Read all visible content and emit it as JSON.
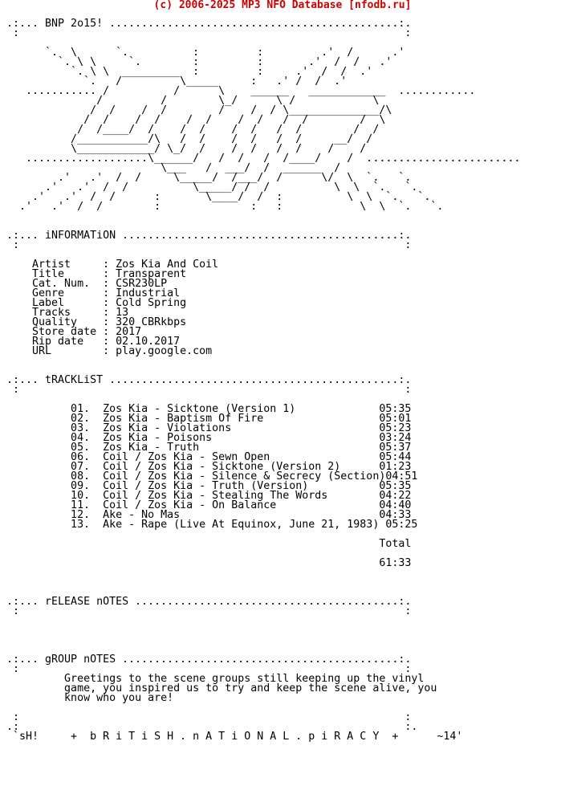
{
  "header": {
    "text": "(c) 2006-2025 MP3 NFO Database [nfodb.ru]",
    "color": "#cc0000"
  },
  "nfo": {
    "lines": [
      "",
      " .:... BNP 2o15! .............................................:.",
      "  :                                                            :",
      "",
      "       `.  \\      `.          :         :         .'  /      .'",
      "         `. \\ \\     `.        :         :       .'  /  /   .'",
      "           `. \\ \\  _________  :         :     .'  /  /  .'",
      "             `.   /         \\_____     :   .' /  /  .'",
      "    ........... /          /      \\    ______   ____________  ............",
      "               /         /        \\_/      \\ /            \\",
      "              /  /    /  /        /    /  / \\______________/\\",
      "             /  /    /  /    /  /    /  /   /  /        /  \\",
      "            /  /____/  /    /  /    /  /   /  /        /  /",
      "           /___________/\\   /  /    /  /   /  /     __/  /",
      "           \\____________/ \\_/  /    /  /   /  /    /    /",
      "    ...................\\______/   /  /   /  /____/    /  ........................",
      "                         \\___   /  ___/  /  ______  /",
      "         .'   .'  /  /     \\_____/  /___/  /      \\/  \\  `.   `.",
      "       .'   .'  /  /          \\_____/ /  /          \\  \\  `.   `.",
      "     .'   .'  /  /      :       \\____/  /  :          \\  \\  `.   `.",
      "   .'   .'  /  /        :              :   :            \\  \\  `.   `.",
      "",
      "",
      " .:... iNFORMATiON ...........................................:.",
      "  :                                                            :",
      "",
      "     Artist     : Zos Kia And Coil",
      "     Title      : Transparent",
      "     Cat. Num.  : CSR230LP",
      "     Genre      : Industrial",
      "     Label      : Cold Spring",
      "     Tracks     : 13",
      "     Quality    : 320 CBRkbps",
      "     Store date : 2017",
      "     Rip date   : 02.10.2017",
      "     URL        : play.google.com",
      "",
      "",
      " .:... tRACKLiST .............................................:.",
      "  :                                                            :",
      "",
      "           01.  Zos Kia - Sicktone (Version 1)             05:35",
      "           02.  Zos Kia - Baptism Of Fire                  05:01",
      "           03.  Zos Kia - Violations                       05:23",
      "           04.  Zos Kia - Poisons                          03:24",
      "           05.  Zos Kia - Truth                            05:37",
      "           06.  Coil / Zos Kia - Sewn Open                 05:44",
      "           07.  Coil / Zos Kia - Sicktone (Version 2)      01:23",
      "           08.  Coil / Zos Kia - Silence & Secrecy (Section)04:51",
      "           09.  Coil / Zos Kia - Truth (Version)           05:35",
      "           10.  Coil / Zos Kia - Stealing The Words        04:22",
      "           11.  Coil / Zos Kia - On Balance                04:40",
      "           12.  Ake - No Mas                               04:33",
      "           13.  Ake - Rape (Live At Equinox, June 21, 1983) 05:25",
      "",
      "                                                           Total",
      "",
      "                                                           61:33",
      "",
      "",
      "",
      " .:... rELEASE nOTES .........................................:.",
      "  :                                                            :",
      "",
      "",
      "",
      "",
      " .:... gROUP nOTES ...........................................:.",
      "  :                                                            :",
      "          Greetings to the scene groups still keeping up the vinyl",
      "          game, you inspired us to try and keep the scene alive, you",
      "          know who you are!",
      "",
      "  :                                                            :",
      " .:                                                            :.",
      "  `sH!     +  b R i T i S H . n A T i O N A L . p i R A C Y  +      ~14'"
    ]
  }
}
